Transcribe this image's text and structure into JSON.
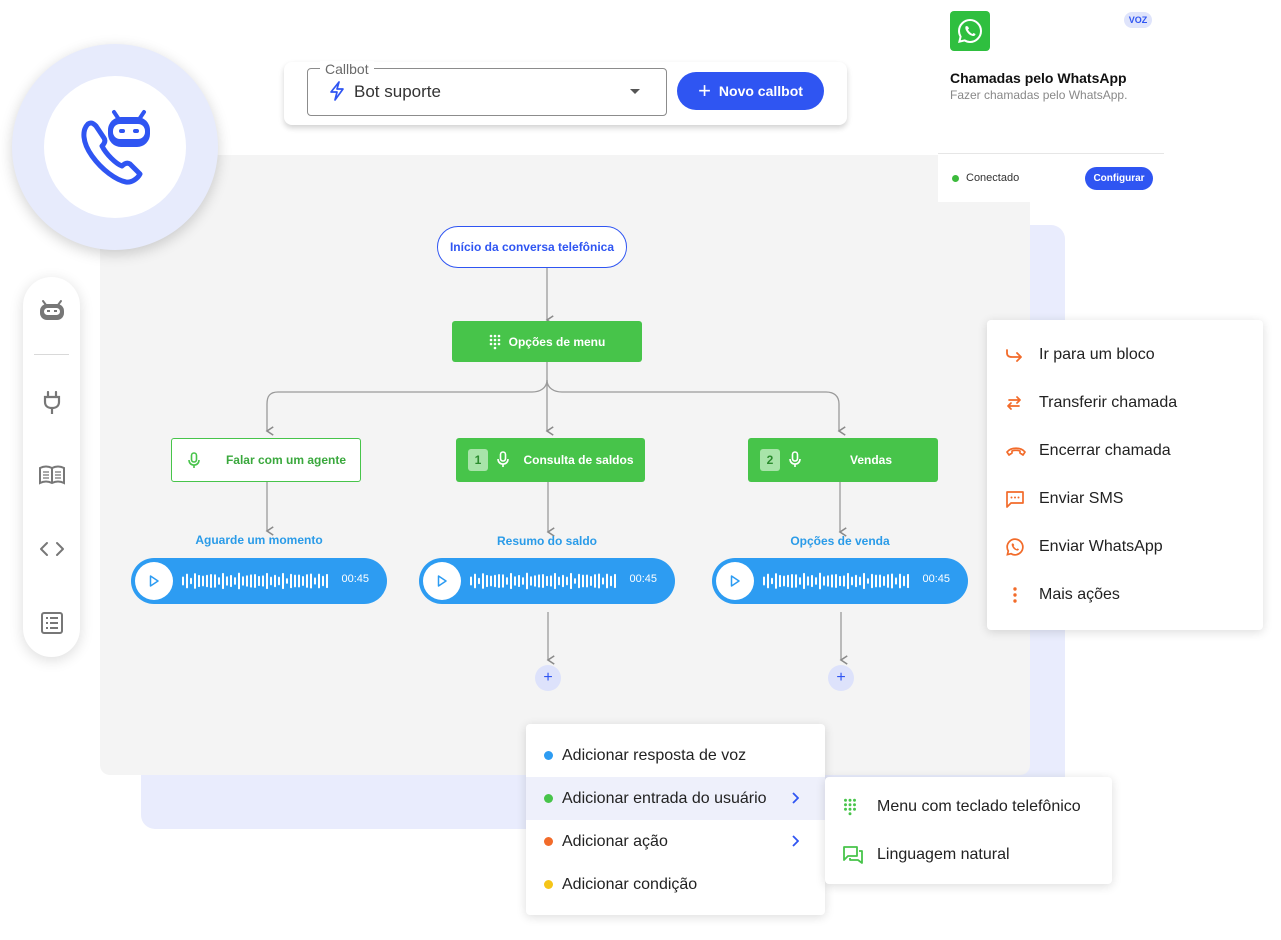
{
  "topbar": {
    "select_legend": "Callbot",
    "select_value": "Bot suporte",
    "new_button_label": "Novo callbot"
  },
  "whatsapp_card": {
    "badge": "VOZ",
    "title": "Chamadas pelo WhatsApp",
    "subtitle": "Fazer chamadas pelo WhatsApp.",
    "status": "Conectado",
    "configure_label": "Configurar"
  },
  "flow": {
    "start": "Início da conversa telefônica",
    "menu": "Opções de menu",
    "branches": [
      {
        "label": "Falar com um agente",
        "number": "",
        "audio_label": "Aguarde um momento",
        "duration": "00:45"
      },
      {
        "label": "Consulta de saldos",
        "number": "1",
        "audio_label": "Resumo do saldo",
        "duration": "00:45"
      },
      {
        "label": "Vendas",
        "number": "2",
        "audio_label": "Opções de venda",
        "duration": "00:45"
      }
    ],
    "add_symbol": "+"
  },
  "action_menu": {
    "items": [
      {
        "label": "Ir para um bloco",
        "icon": "redirect-icon"
      },
      {
        "label": "Transferir chamada",
        "icon": "transfer-icon"
      },
      {
        "label": "Encerrar chamada",
        "icon": "hangup-icon"
      },
      {
        "label": "Enviar SMS",
        "icon": "sms-icon"
      },
      {
        "label": "Enviar WhatsApp",
        "icon": "whatsapp-icon"
      },
      {
        "label": "Mais ações",
        "icon": "more-vertical-icon"
      }
    ]
  },
  "add_menu": {
    "items": [
      {
        "label": "Adicionar resposta de voz",
        "color": "#2d9cf2"
      },
      {
        "label": "Adicionar entrada do usuário",
        "color": "#47c44a"
      },
      {
        "label": "Adicionar ação",
        "color": "#f26b2a"
      },
      {
        "label": "Adicionar condição",
        "color": "#f5c518"
      }
    ]
  },
  "sub_menu": {
    "items": [
      {
        "label": "Menu com teclado telefônico",
        "icon": "dialpad-icon"
      },
      {
        "label": "Linguagem natural",
        "icon": "chat-icon"
      }
    ]
  },
  "colors": {
    "accent": "#2f55f2",
    "green": "#47c44a",
    "audio_blue": "#2d9cf2",
    "action_orange": "#f26b2a"
  }
}
